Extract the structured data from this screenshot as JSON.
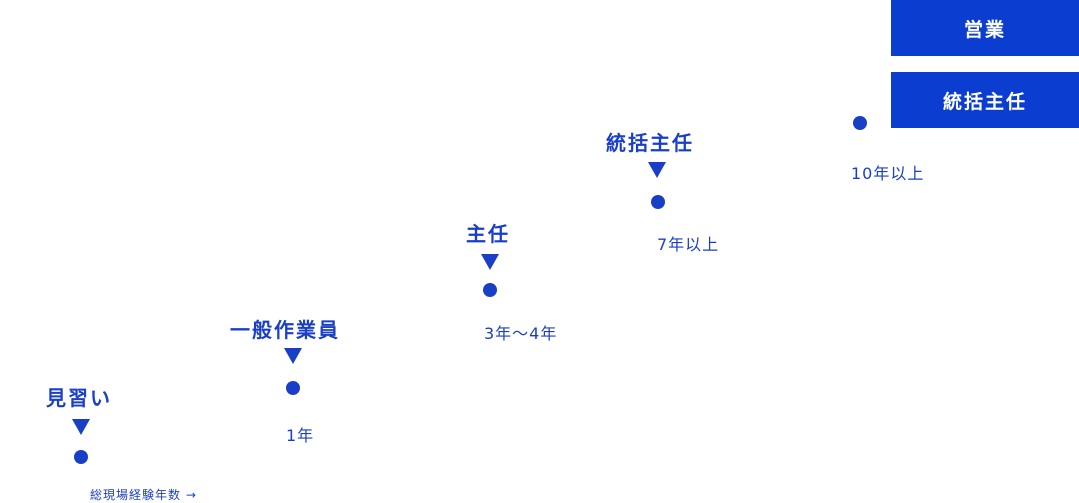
{
  "steps": [
    {
      "role": "見習い",
      "years": ""
    },
    {
      "role": "一般作業員",
      "years": "1年"
    },
    {
      "role": "主任",
      "years": "3年〜4年"
    },
    {
      "role": "統括主任",
      "years": "7年以上"
    },
    {
      "role": "",
      "years": "10年以上"
    }
  ],
  "top_boxes": {
    "sales": "営業",
    "general_manager": "統括主任"
  },
  "axis_label": "総現場経験年数 →",
  "colors": {
    "accent": "#1a3fc7",
    "box": "#0a3dd0"
  }
}
